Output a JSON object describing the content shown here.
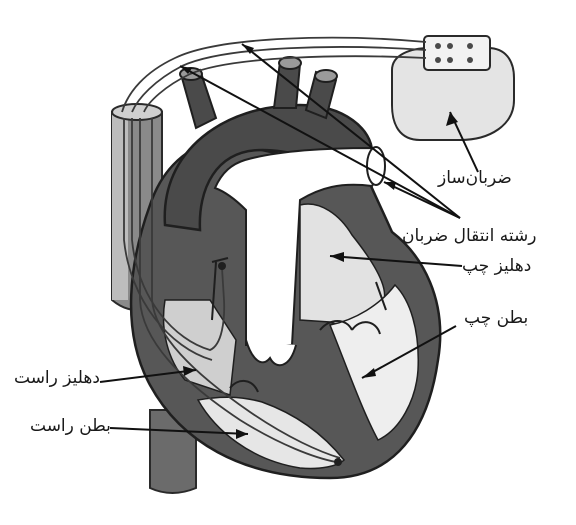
{
  "diagram": {
    "labels": {
      "pacemaker": "ضربان‌ساز",
      "pacing_lead": "رشته انتقال ضربان",
      "left_atrium": "دهلیز چپ",
      "left_ventricle": "بطن چپ",
      "right_atrium": "دهلیز راست",
      "right_ventricle": "بطن راست"
    }
  }
}
